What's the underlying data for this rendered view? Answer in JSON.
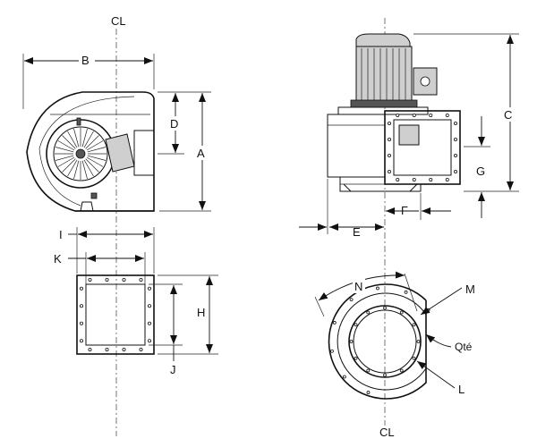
{
  "labels": {
    "a": "A",
    "b": "B",
    "c": "C",
    "d": "D",
    "e": "E",
    "f": "F",
    "g": "G",
    "h": "H",
    "i": "I",
    "j": "J",
    "k": "K",
    "l": "L",
    "m": "M",
    "n": "N",
    "qte": "Qté",
    "centerline_top": "CL",
    "centerline_bottom": "CL"
  },
  "colors": {
    "line": "#111111",
    "fill_light": "#cfcfcf",
    "fill_dark": "#555555"
  }
}
